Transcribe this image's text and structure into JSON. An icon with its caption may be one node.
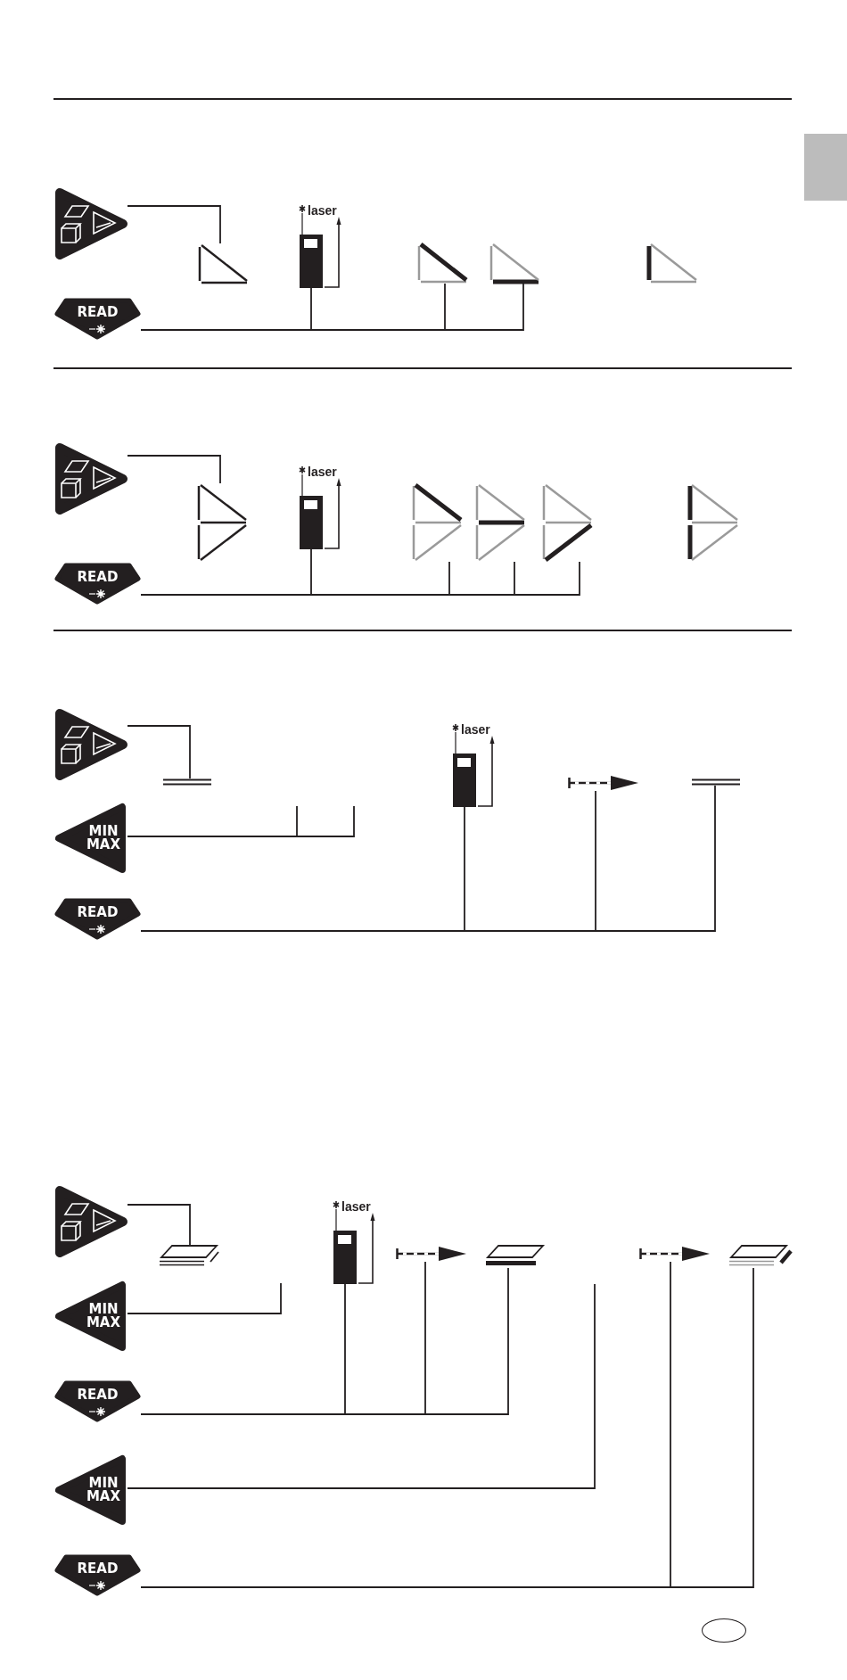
{
  "diagram": {
    "nodes": [
      {
        "text": [],
        "shape": "button"
      },
      {
        "text": [
          "READ"
        ]
      },
      {
        "text": [],
        "shape": "triangle"
      },
      {
        "text": [
          "laser"
        ]
      },
      {
        "text": [],
        "shape": "triangle"
      },
      {
        "text": [],
        "shape": "triangle"
      },
      {
        "text": [],
        "shape": "triangle"
      },
      {
        "text": [],
        "shape": "button"
      },
      {
        "text": [
          "READ"
        ]
      },
      {
        "text": [],
        "shape": "triangle"
      },
      {
        "text": [
          "laser"
        ]
      },
      {
        "text": [],
        "shape": "triangle"
      },
      {
        "text": [],
        "shape": "triangle"
      },
      {
        "text": [],
        "shape": "triangle"
      },
      {
        "text": [],
        "shape": "triangle"
      },
      {
        "text": [],
        "shape": "button"
      },
      {
        "text": [
          "MIN MAX"
        ]
      },
      {
        "text": [
          "READ"
        ]
      },
      {
        "text": [],
        "shape": "line"
      },
      {
        "text": [
          "laser"
        ]
      },
      {
        "text": [],
        "shape": "arrow"
      },
      {
        "text": [],
        "shape": "line"
      },
      {
        "text": [],
        "shape": "button"
      },
      {
        "text": [
          "MIN MAX"
        ]
      },
      {
        "text": [
          "READ"
        ]
      },
      {
        "text": [
          "MIN MAX"
        ]
      },
      {
        "text": [
          "READ"
        ]
      },
      {
        "text": [],
        "shape": "parallelogram"
      },
      {
        "text": [
          "laser"
        ]
      },
      {
        "text": [],
        "shape": "arrow"
      },
      {
        "text": [],
        "shape": "parallelogram"
      },
      {
        "text": [],
        "shape": "arrow"
      },
      {
        "text": [],
        "shape": "parallelogram"
      }
    ],
    "edges": [
      {
        "from": 0,
        "to": 2,
        "arrow": "none"
      },
      {
        "from": 1,
        "to": 3,
        "arrow": "none"
      },
      {
        "from": 1,
        "to": 4,
        "arrow": "none"
      },
      {
        "from": 1,
        "to": 5,
        "arrow": "none"
      },
      {
        "from": 7,
        "to": 9,
        "arrow": "none"
      },
      {
        "from": 8,
        "to": 10,
        "arrow": "none"
      },
      {
        "from": 8,
        "to": 11,
        "arrow": "none"
      },
      {
        "from": 8,
        "to": 12,
        "arrow": "none"
      },
      {
        "from": 8,
        "to": 13,
        "arrow": "none"
      },
      {
        "from": 15,
        "to": 18,
        "arrow": "none"
      },
      {
        "from": 16,
        "to": null,
        "arrow": "none"
      },
      {
        "from": 16,
        "to": null,
        "arrow": "none"
      },
      {
        "from": 17,
        "to": 19,
        "arrow": "none"
      },
      {
        "from": 17,
        "to": 20,
        "arrow": "none"
      },
      {
        "from": 17,
        "to": 21,
        "arrow": "none"
      },
      {
        "from": 22,
        "to": 27,
        "arrow": "none"
      },
      {
        "from": 23,
        "to": null,
        "arrow": "none"
      },
      {
        "from": 24,
        "to": 28,
        "arrow": "none"
      },
      {
        "from": 24,
        "to": 29,
        "arrow": "none"
      },
      {
        "from": 24,
        "to": 30,
        "arrow": "none"
      },
      {
        "from": 25,
        "to": null,
        "arrow": "none"
      },
      {
        "from": 26,
        "to": 31,
        "arrow": "none"
      },
      {
        "from": 26,
        "to": 32,
        "arrow": "none"
      }
    ]
  }
}
